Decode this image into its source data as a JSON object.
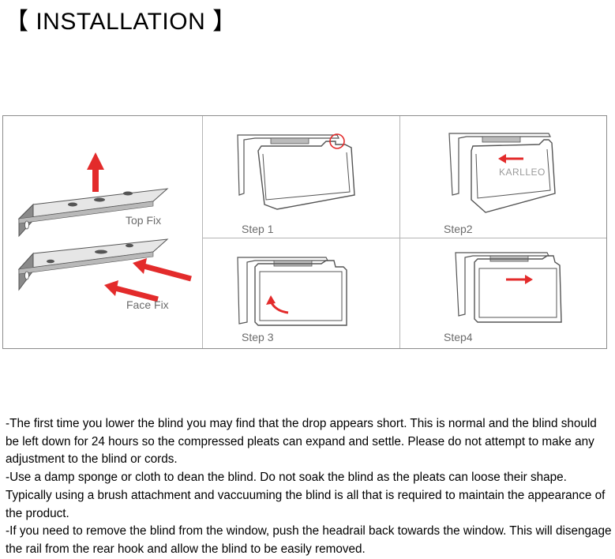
{
  "header": {
    "title": "【 INSTALLATION 】"
  },
  "figure": {
    "bracket_labels": {
      "top_fix": "Top Fix",
      "face_fix": "Face Fix"
    },
    "steps": [
      "Step 1",
      "Step2",
      "Step 3",
      "Step4"
    ],
    "watermark": "KARLLEO",
    "arrow_color": "#e32b2b"
  },
  "notes": [
    "-The first time you lower the blind you may find that the drop appears short. This is normal and the blind should be left down for 24 hours so the compressed pleats can expand and settle. Please do not attempt to make any adjustment to the blind or cords.",
    "-Use a damp sponge or cloth to dean the blind. Do not soak the blind as the pleats can loose their shape. Typically using a brush attachment and vaccuuming the blind is all that is required to maintain the appearance of the product.",
    "-If you need to remove the blind from the window, push the headrail back towards the window. This will disengage the rail from the rear hook and allow the blind to be easily removed."
  ]
}
